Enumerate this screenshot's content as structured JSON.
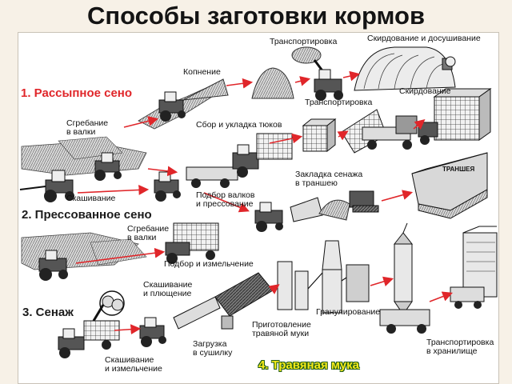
{
  "title": "Способы заготовки кормов",
  "sections": {
    "hay": "1. Рассыпное сено",
    "pressed": "2. Прессованное сено",
    "haylage": "3. Сенаж",
    "meal": "4. Травяная мука"
  },
  "labels": {
    "transport_top": "Транспортировка",
    "stack_top": "Скирдование и досушивание",
    "kopnenie": "Копнение",
    "transport_mid": "Транспортировка",
    "stack_mid": "Скирдование",
    "raking_1": "Сгребание\nв валки",
    "collect_bales": "Сбор и укладка тюков",
    "mowing": "Скашивание",
    "pickup_press": "Подбор валков\nи прессование",
    "laying": "Закладка сенажа\nв траншею",
    "trench": "ТРАНШЕЯ",
    "raking_2": "Сгребание\nв валки",
    "pickup_chop": "Подбор и измельчение",
    "mow_crush": "Скашивание\nи плющение",
    "granulation": "Гранулирование",
    "meal_prep": "Приготовление\nтравяной муки",
    "loading_dryer": "Загрузка\nв сушилку",
    "mow_chop": "Скашивание\nи измельчение",
    "transport_storage": "Транспортировка\nв хранилище"
  },
  "colors": {
    "accent_red": "#e0262a",
    "meal_yellow": "#f5ea1a",
    "meal_outline": "#1e5b14"
  }
}
